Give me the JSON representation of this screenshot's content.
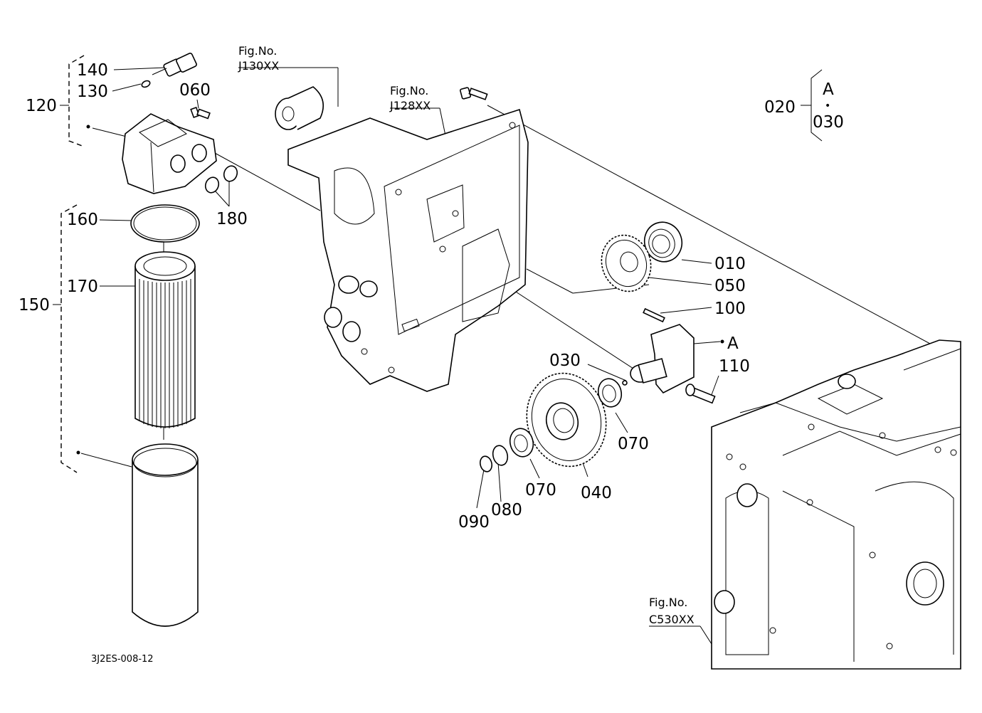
{
  "drawing_code": "3J2ES-008-12",
  "fig_caption": "Fig.No.",
  "fig_refs": {
    "j130": "J130XX",
    "j128": "J128XX",
    "c530": "C530XX"
  },
  "set_020": {
    "number": "020",
    "letter": "A",
    "dot": "•",
    "member": "030"
  },
  "group_labels": {
    "g120": "120",
    "g150": "150"
  },
  "callouts": {
    "p140": "140",
    "p130": "130",
    "p060": "060",
    "p180": "180",
    "p160": "160",
    "p170": "170",
    "p010": "010",
    "p050": "050",
    "p100": "100",
    "pA": "A",
    "p110": "110",
    "p030": "030",
    "p070a": "070",
    "p070b": "070",
    "p040": "040",
    "p080": "080",
    "p090": "090"
  }
}
